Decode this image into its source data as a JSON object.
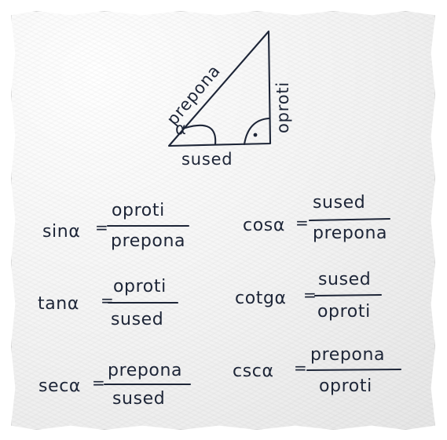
{
  "triangle": {
    "hypotenuse_label": "prepona",
    "opposite_label": "oproti",
    "adjacent_label": "sused",
    "angle_label": "α"
  },
  "formulas": [
    {
      "name": "sin",
      "fn": "sinα",
      "numerator": "oproti",
      "denominator": "prepona"
    },
    {
      "name": "cos",
      "fn": "cosα",
      "numerator": "sused",
      "denominator": "prepona"
    },
    {
      "name": "tan",
      "fn": "tanα",
      "numerator": "oproti",
      "denominator": "sused"
    },
    {
      "name": "cotg",
      "fn": "cotgα",
      "numerator": "sused",
      "denominator": "oproti"
    },
    {
      "name": "sec",
      "fn": "secα",
      "numerator": "prepona",
      "denominator": "sused"
    },
    {
      "name": "csc",
      "fn": "cscα",
      "numerator": "prepona",
      "denominator": "oproti"
    }
  ],
  "equals_sign": "="
}
